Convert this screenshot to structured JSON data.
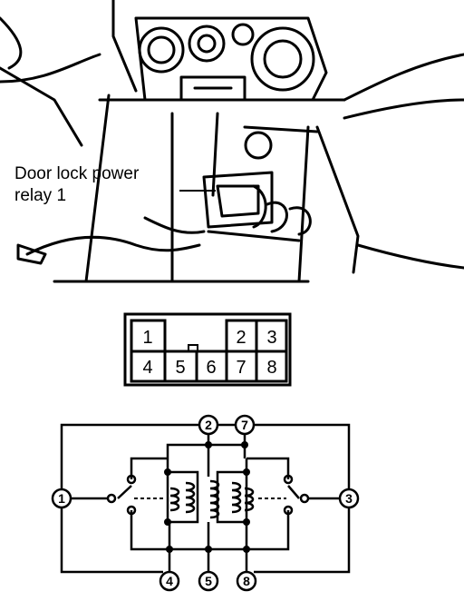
{
  "callout": {
    "line1": "Door lock power",
    "line2": "relay 1"
  },
  "connector": {
    "pins_top": [
      "1",
      "2",
      "3"
    ],
    "pins_bottom": [
      "4",
      "5",
      "6",
      "7",
      "8"
    ]
  },
  "schematic": {
    "terminals": [
      "1",
      "2",
      "7",
      "3",
      "4",
      "5",
      "8"
    ]
  }
}
